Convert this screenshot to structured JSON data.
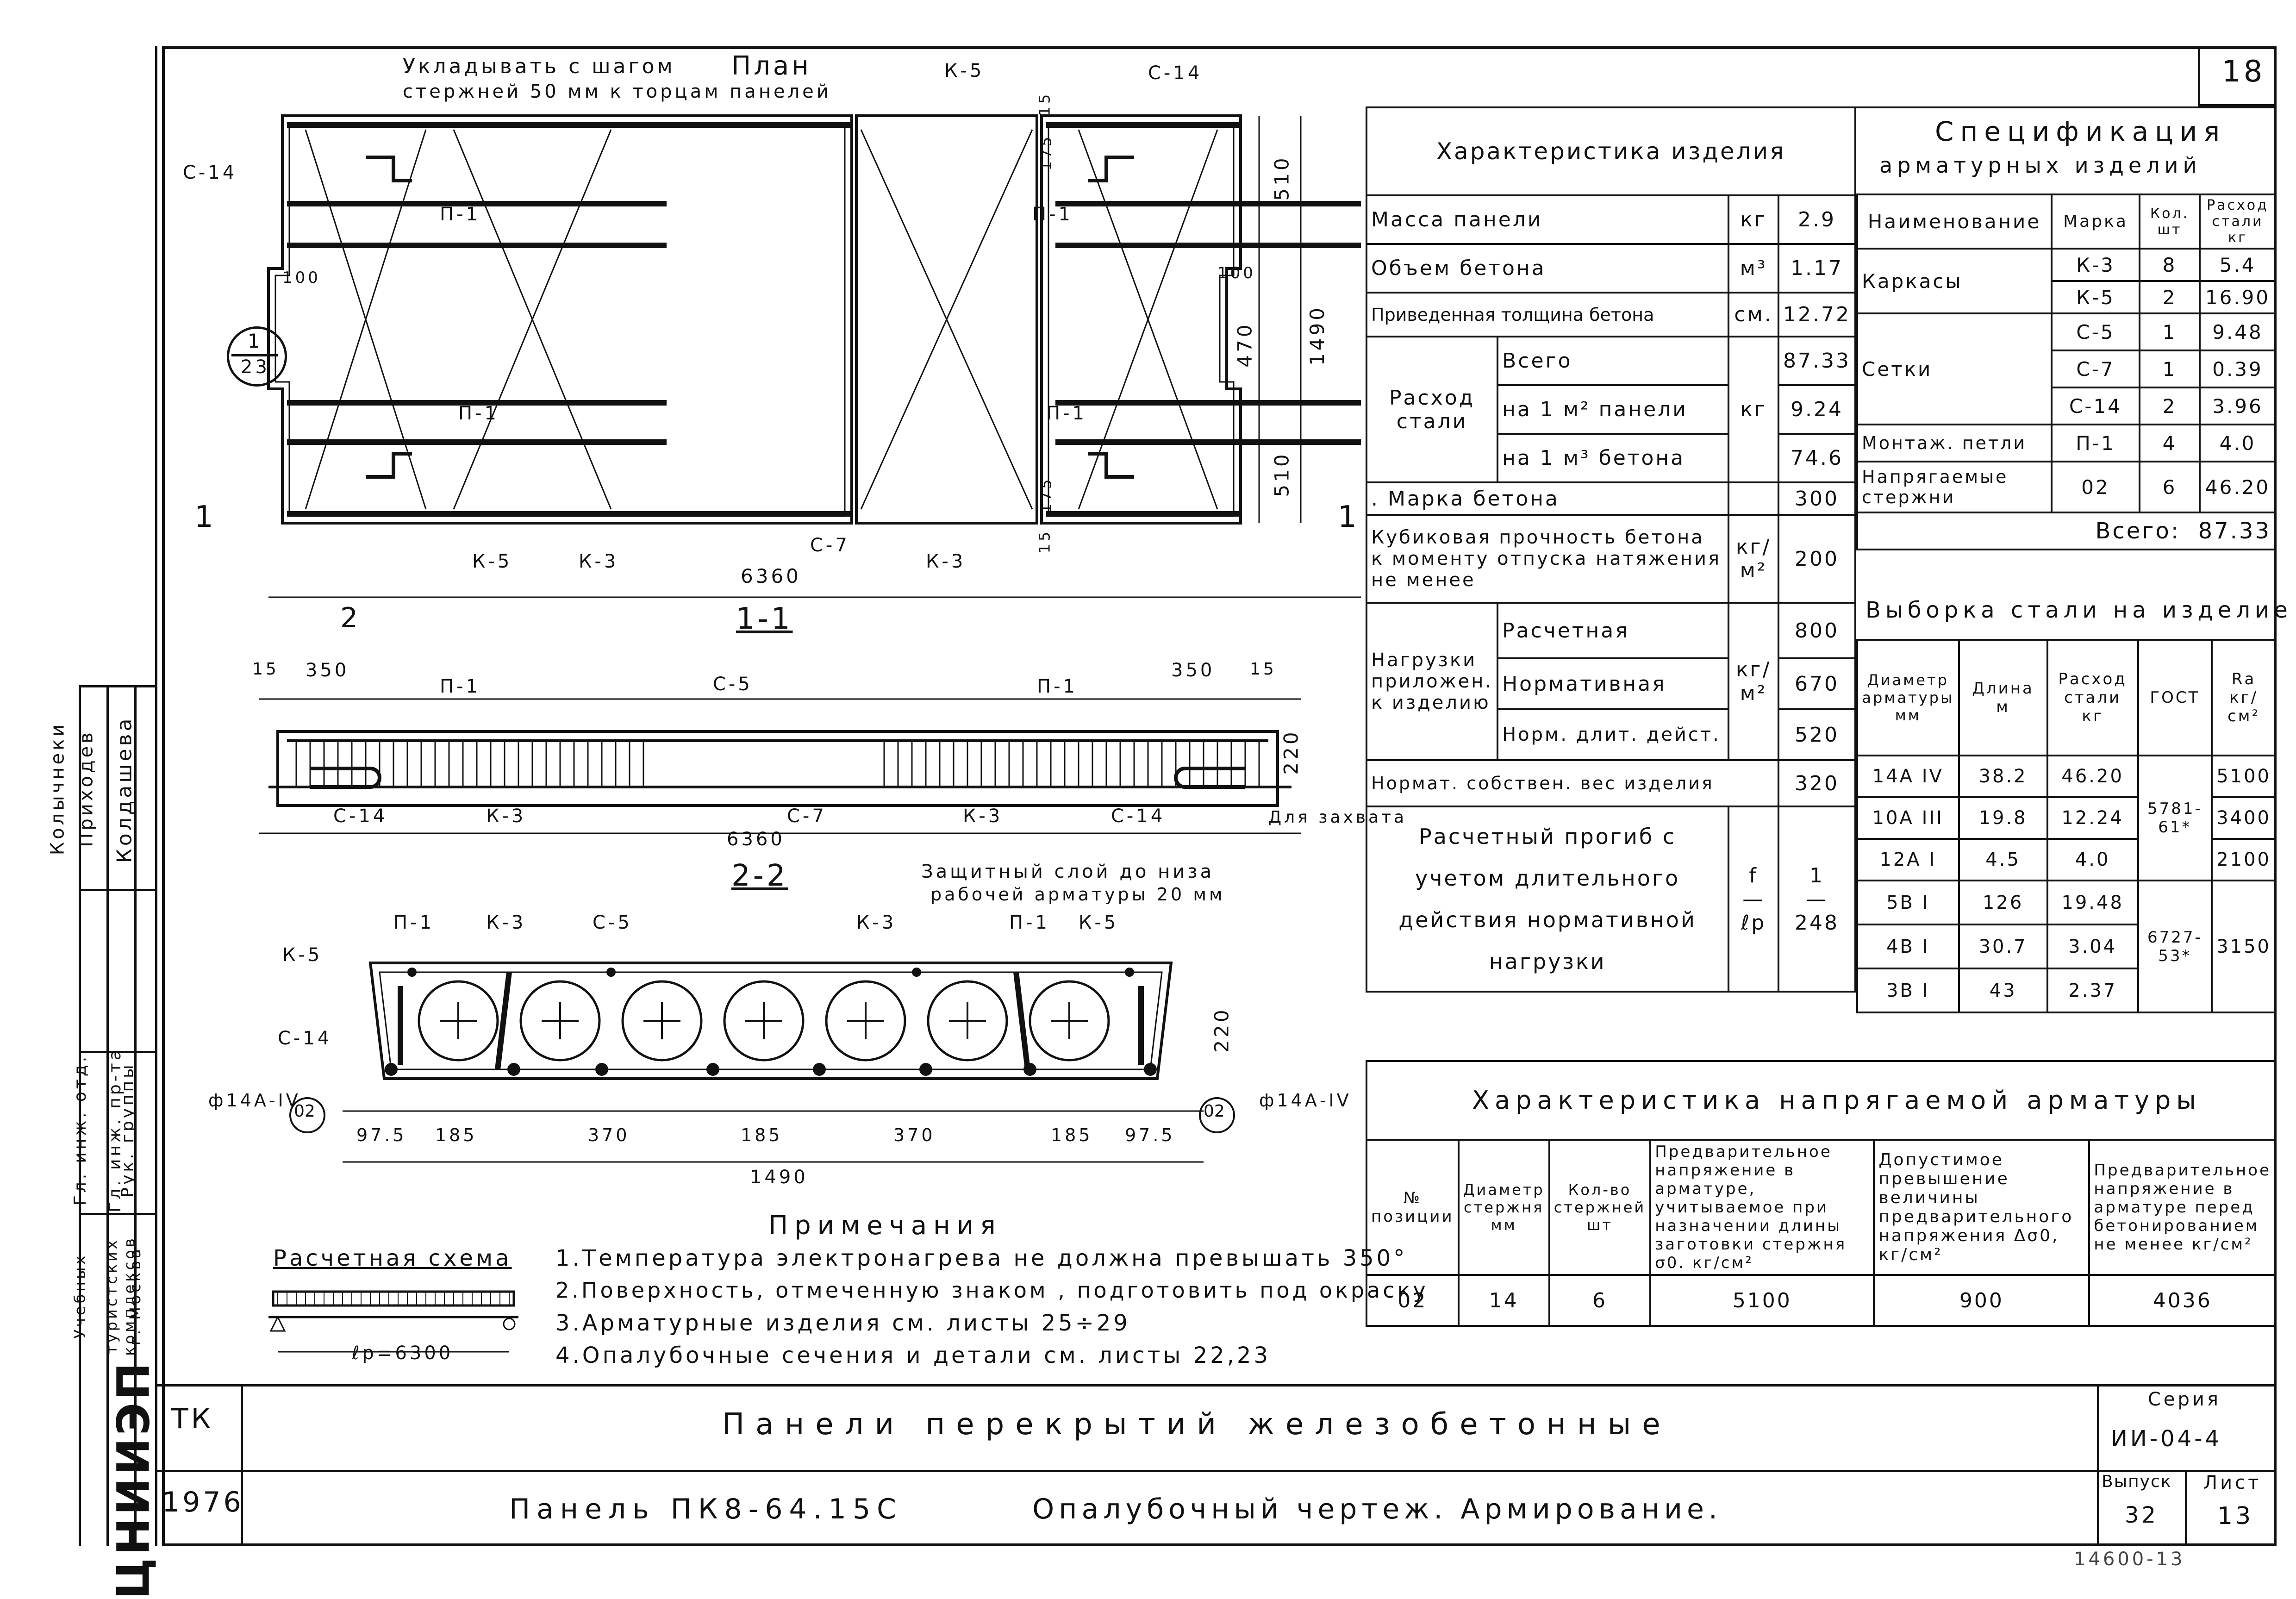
{
  "sheet_no": "18",
  "plan": {
    "title": "План",
    "note_line1": "Укладывать с шагом",
    "note_line2": "стержней 50 мм к торцам панелей",
    "labels": [
      "С-14",
      "П-1",
      "К-5",
      "С-14",
      "П-1",
      "П-1",
      "П-1",
      "К-5",
      "К-3",
      "С-7",
      "К-3"
    ],
    "dims": {
      "d510a": "510",
      "d470": "470",
      "d510b": "510",
      "d1490": "1490",
      "d100a": "100",
      "d100b": "100",
      "d175a": "175",
      "d175b": "175",
      "d15a": "15",
      "d15b": "15",
      "d6360": "6360"
    },
    "section_mark": "1-1",
    "callout_num": "1",
    "callout_den": "23",
    "cut_left": "1",
    "cut_right": "1"
  },
  "section22": {
    "title": "2-2",
    "dims": {
      "d15l": "15",
      "d350l": "350",
      "d350r": "350",
      "d15r": "15",
      "d220": "220",
      "d6360": "6360"
    },
    "labels": [
      "П-1",
      "С-5",
      "П-1",
      "С-14",
      "К-3",
      "С-7",
      "К-3",
      "С-14"
    ],
    "note_grip": "Для захвата",
    "note_cover1": "Защитный слой до низа",
    "note_cover2": "рабочей арматуры 20 мм",
    "cut_mark": "2"
  },
  "cross": {
    "labels": [
      "П-1",
      "К-3",
      "С-5",
      "К-3",
      "П-1",
      "К-5",
      "К-5",
      "С-14"
    ],
    "rebar_left": "ф14А-IV",
    "rebar_right": "ф14А-IV",
    "pos_left": "02",
    "pos_right": "02",
    "dims": [
      "97.5",
      "185",
      "370",
      "185",
      "370",
      "185",
      "97.5"
    ],
    "total": "1490",
    "height": "220"
  },
  "notes": {
    "title": "Примечания",
    "items": [
      "1.Температура электронагрева не должна превышать 350°",
      "2.Поверхность, отмеченную знаком , подготовить под окраску",
      "3.Арматурные изделия   см. листы 25÷29",
      "4.Опалубочные сечения и детали см. листы 22,23"
    ]
  },
  "scheme": {
    "title": "Расчетная схема",
    "span": "ℓр=6300"
  },
  "characteristics": {
    "title": "Характеристика изделия",
    "rows": [
      {
        "name": "Масса панели",
        "unit": "кг",
        "value": "2.9"
      },
      {
        "name": "Объем бетона",
        "unit": "м³",
        "value": "1.17"
      },
      {
        "name": "Приведенная толщина бетона",
        "unit": "см.",
        "value": "12.72"
      }
    ],
    "steel_label": "Расход стали",
    "steel_unit": "кг",
    "steel_rows": [
      {
        "name": "Всего",
        "value": "87.33"
      },
      {
        "name": "на 1 м² панели",
        "value": "9.24"
      },
      {
        "name": "на 1 м³ бетона",
        "value": "74.6"
      }
    ],
    "grade_label": ". Марка бетона",
    "grade_value": "300",
    "cube_label": "Кубиковая прочность бетона к моменту отпуска натяжения не менее",
    "cube_unit": "кг/м²",
    "cube_value": "200",
    "load_label": "Нагрузки приложен. к изделию",
    "load_unit": "кг/м²",
    "load_rows": [
      {
        "name": "Расчетная",
        "value": "800"
      },
      {
        "name": "Нормативная",
        "value": "670"
      },
      {
        "name": "Норм. длит. дейст.",
        "value": "520"
      }
    ],
    "self_label": "Нормат. собствен. вес изделия",
    "self_value": "320",
    "deflect_label": "Расчетный прогиб с учетом длительного действия нормативной нагрузки",
    "deflect_unit_top": "f",
    "deflect_unit_bot": "ℓр",
    "deflect_top": "1",
    "deflect_bot": "248"
  },
  "spec": {
    "title1": "Спецификация",
    "title2": "арматурных изделий",
    "headers": [
      "Наименование",
      "Марка",
      "Кол. шт",
      "Расход стали кг"
    ],
    "rows": [
      {
        "name": "Каркасы",
        "mark": "К-3",
        "qty": "8",
        "steel": "5.4"
      },
      {
        "name": "",
        "mark": "К-5",
        "qty": "2",
        "steel": "16.90"
      },
      {
        "name": "Сетки",
        "mark": "С-5",
        "qty": "1",
        "steel": "9.48"
      },
      {
        "name": "",
        "mark": "С-7",
        "qty": "1",
        "steel": "0.39"
      },
      {
        "name": "",
        "mark": "С-14",
        "qty": "2",
        "steel": "3.96"
      },
      {
        "name": "Монтаж. петли",
        "mark": "П-1",
        "qty": "4",
        "steel": "4.0"
      },
      {
        "name": "Напрягаемые стержни",
        "mark": "02",
        "qty": "6",
        "steel": "46.20"
      }
    ],
    "total_label": "Всего:",
    "total_value": "87.33"
  },
  "selection": {
    "title": "Выборка стали на изделие",
    "headers": [
      "Диаметр арматуры мм",
      "Длина м",
      "Расход стали кг",
      "ГОСТ",
      "Rа кг/см²"
    ],
    "rows": [
      {
        "d": "14А IV",
        "len": "38.2",
        "steel": "46.20",
        "gost": "",
        "ra": "5100"
      },
      {
        "d": "10А III",
        "len": "19.8",
        "steel": "12.24",
        "gost": "5781-61*",
        "ra": "3400"
      },
      {
        "d": "12А I",
        "len": "4.5",
        "steel": "4.0",
        "gost": "",
        "ra": "2100"
      },
      {
        "d": "5В I",
        "len": "126",
        "steel": "19.48",
        "gost": "",
        "ra": ""
      },
      {
        "d": "4В I",
        "len": "30.7",
        "steel": "3.04",
        "gost": "6727-53*",
        "ra": "3150"
      },
      {
        "d": "3В I",
        "len": "43",
        "steel": "2.37",
        "gost": "",
        "ra": ""
      }
    ]
  },
  "prestress": {
    "title": "Характеристика напрягаемой арматуры",
    "headers": [
      "№ позиции",
      "Диаметр стержня мм",
      "Кол-во стержней шт",
      "Предварительное напряжение в арматуре, учитываемое при назначении длины заготовки стержня σ0. кг/см²",
      "Допустимое превышение величины предварительного напряжения Δσ0, кг/см²",
      "Предварительное напряжение в арматуре перед бетонированием не менее кг/см²"
    ],
    "row": [
      "02",
      "14",
      "6",
      "5100",
      "900",
      "4036"
    ]
  },
  "stamp": {
    "org_code": "ЦНИИЭП",
    "org_lines": [
      "Учебных",
      "туристских",
      "комплексов",
      "г. Москва"
    ],
    "roles": [
      "Гл. инж. отд.",
      "Гл. инж. пр-та",
      "Рук. группы"
    ],
    "names": [
      "Колычнеки",
      "Приходев",
      "Колдашева"
    ],
    "tk": "ТК",
    "year": "1976",
    "title_main": "Панели перекрытий железобетонные",
    "title_panel": "Панель ПК8-64.15С",
    "title_sheet": "Опалубочный чертеж. Армирование.",
    "series_label": "Серия",
    "series_value": "ИИ-04-4",
    "issue_label": "Выпуск",
    "issue_value": "32",
    "sheet_label": "Лист",
    "sheet_value": "13",
    "inventory": "14600-13"
  }
}
